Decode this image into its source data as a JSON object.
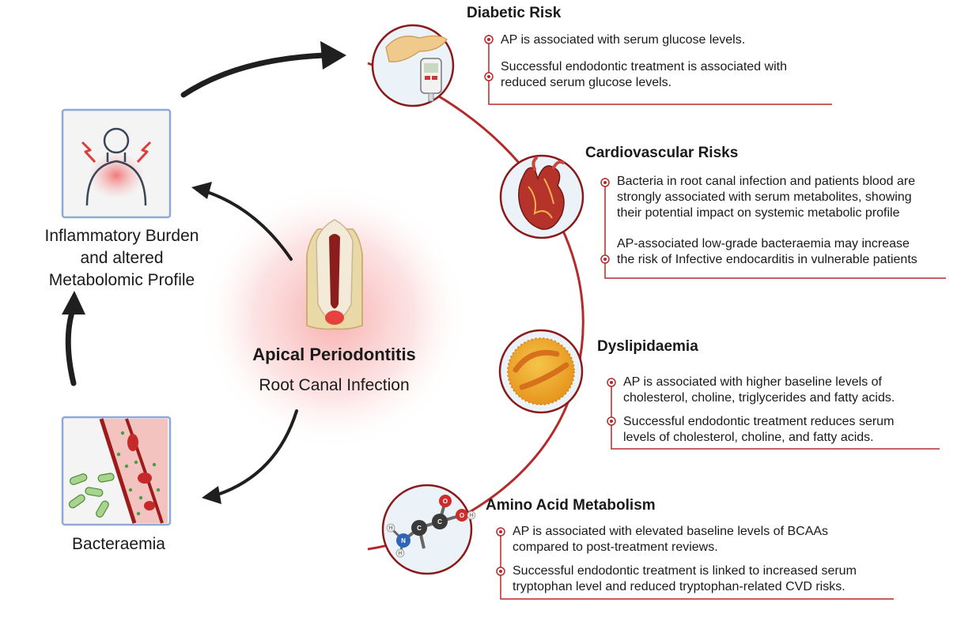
{
  "center": {
    "title": "Apical Periodontitis",
    "subtitle": "Root Canal Infection"
  },
  "left_nodes": {
    "inflammatory": {
      "lines": [
        "Inflammatory Burden",
        "and altered",
        "Metabolomic Profile"
      ],
      "icon": "inflamed-person-icon"
    },
    "bacteraemia": {
      "label": "Bacteraemia",
      "icon": "blood-vessel-bacteria-icon"
    }
  },
  "sections": [
    {
      "title": "Diabetic Risk",
      "icon": "pancreas-glucometer-icon",
      "bullets": [
        [
          "AP is associated with serum glucose levels."
        ],
        [
          "Successful endodontic treatment is associated with",
          "reduced serum glucose levels."
        ]
      ]
    },
    {
      "title": "Cardiovascular Risks",
      "icon": "heart-icon",
      "bullets": [
        [
          "Bacteria in root canal infection and patients blood are",
          "strongly associated with serum metabolites, showing",
          "their potential impact on systemic metabolic profile"
        ],
        [
          "AP-associated low-grade bacteraemia may increase",
          "the risk of Infective endocarditis in vulnerable patients"
        ]
      ]
    },
    {
      "title": "Dyslipidaemia",
      "icon": "lipoprotein-icon",
      "bullets": [
        [
          "AP is associated with higher baseline levels of",
          "cholesterol, choline, triglycerides and fatty acids."
        ],
        [
          "Successful endodontic treatment reduces serum",
          "levels of cholesterol, choline, and fatty acids."
        ]
      ]
    },
    {
      "title": "Amino Acid Metabolism",
      "icon": "amino-acid-molecule-icon",
      "bullets": [
        [
          "AP is associated with elevated baseline levels of BCAAs",
          "compared to post-treatment reviews."
        ],
        [
          "Successful endodontic treatment is linked to increased serum",
          "tryptophan level and reduced tryptophan-related CVD risks."
        ]
      ]
    }
  ],
  "molecule_atoms": {
    "n": "N",
    "c1": "C",
    "c2": "C",
    "o1": "O",
    "oh": "O",
    "h1": "H",
    "h2": "H",
    "h3": "H"
  },
  "colors": {
    "accent_red": "#b52a2a",
    "arrow": "#1f1f1f",
    "box_border": "#8fa8d6",
    "icon_bg": "#f4f4f4",
    "glow": "#f26b6b"
  }
}
